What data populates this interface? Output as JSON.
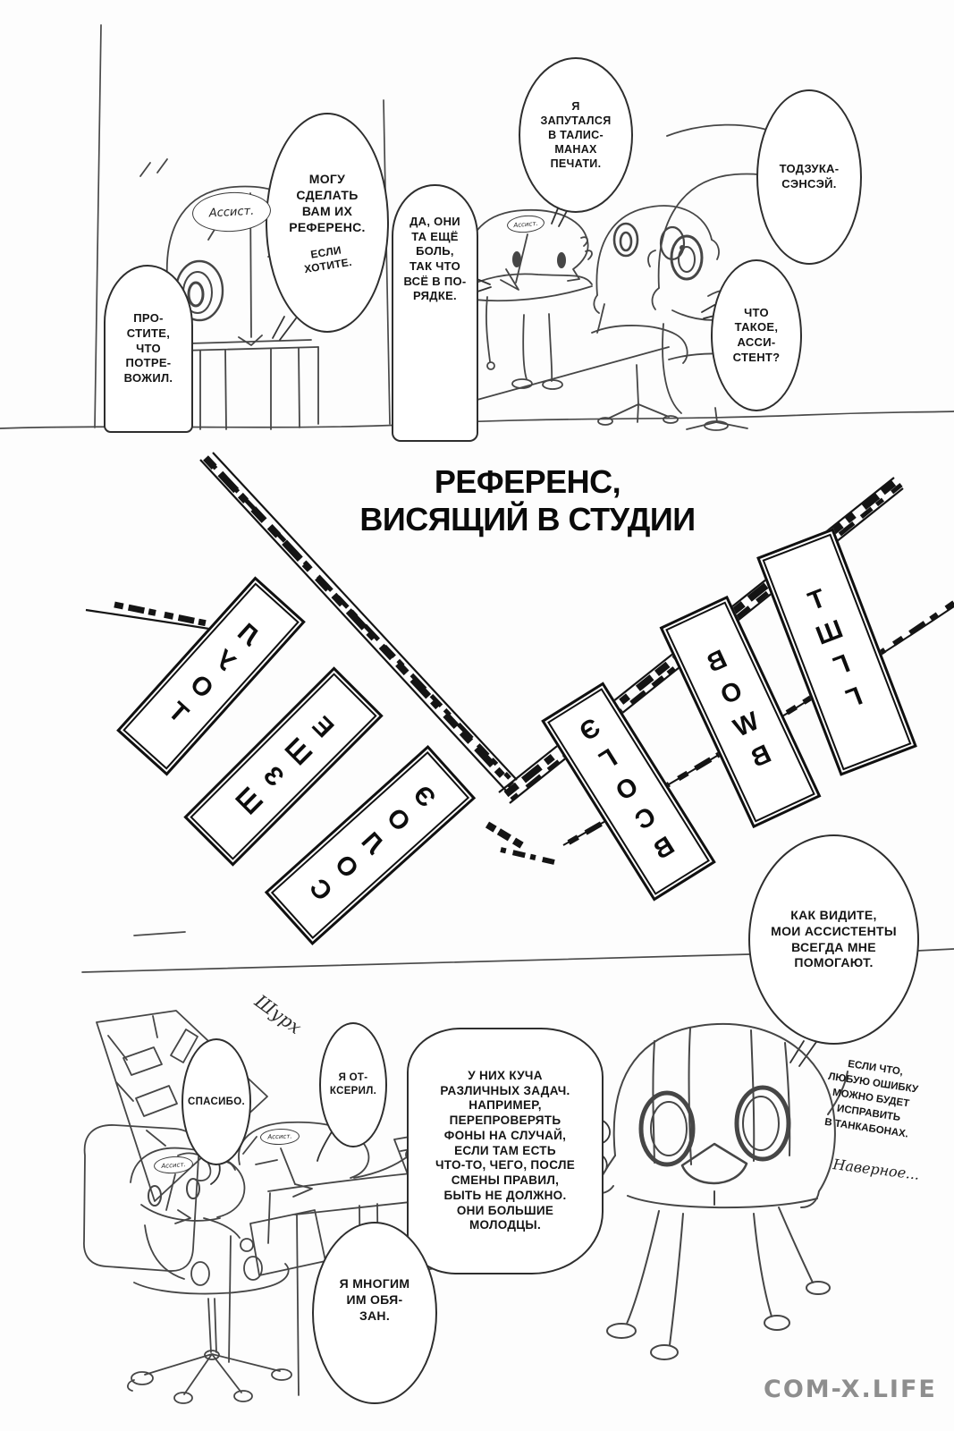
{
  "panel_top": {
    "bubbles": {
      "sorry": "ПРО-\nСТИТЕ,\nЧТО\nПОТРЕ-\nВОЖИЛ.",
      "offer_main": "МОГУ\nСДЕЛАТЬ\nВАМ ИХ\nРЕФЕРЕНС.",
      "offer_sub": "ЕСЛИ\nХОТИТЕ.",
      "pain": "ДА, ОНИ\nТА ЕЩЁ\nБОЛЬ,\nТАК ЧТО\nВСЁ В ПО-\nРЯДКЕ.",
      "tangled": "Я\nЗАПУТАЛСЯ\nВ ТАЛИС-\nМАНАХ\nПЕЧАТИ.",
      "sensei": "ТОДЗУКА-\nСЭНСЭЙ.",
      "what": "ЧТО\nТАКОЕ,\nАССИ-\nСТЕНТ?"
    },
    "labels": {
      "assistant_head": "Ассист.",
      "assistant_cap": "Ассист."
    }
  },
  "reference_section": {
    "title_line1": "РЕФЕРЕНС,",
    "title_line2": "ВИСЯЩИЙ В СТУДИИ",
    "signs_left": [
      "ЛУОТ",
      "ЕШЗШ",
      "ЭОЛОС"
    ],
    "signs_right": [
      "ЭГОСВ",
      "ВОWВ",
      "ТШГГ"
    ]
  },
  "panel_bottom": {
    "bubbles": {
      "as_you_see": "КАК ВИДИТЕ,\nМОИ АССИСТЕНТЫ\nВСЕГДА МНЕ\nПОМОГАЮТ.",
      "thanks": "СПАСИБО.",
      "copied": "Я ОТ-\nКСЕРИЛ.",
      "tasks": "У НИХ КУЧА\nРАЗЛИЧНЫХ ЗАДАЧ.\nНАПРИМЕР,\nПЕРЕПРОВЕРЯТЬ\nФОНЫ НА СЛУЧАЙ,\nЕСЛИ ТАМ ЕСТЬ\nЧТО-ТО, ЧЕГО, ПОСЛЕ\nСМЕНЫ ПРАВИЛ,\nБЫТЬ НЕ ДОЛЖНО.\nОНИ БОЛЬШИЕ\nМОЛОДЦЫ.",
      "owe": "Я МНОГИМ\nИМ ОБЯ-\nЗАН."
    },
    "sfx": "Шурх",
    "side_note": "ЕСЛИ ЧТО,\nЛЮБУЮ ОШИБКУ\nМОЖНО БУДЕТ\nИСПРАВИТЬ\nВ ТАНКАБОНАХ.",
    "side_note_tail": "Наверное...",
    "labels": {
      "assistant_a": "Ассист.",
      "assistant_b": "Ассист."
    }
  },
  "watermark": "COM-X.LIFE"
}
